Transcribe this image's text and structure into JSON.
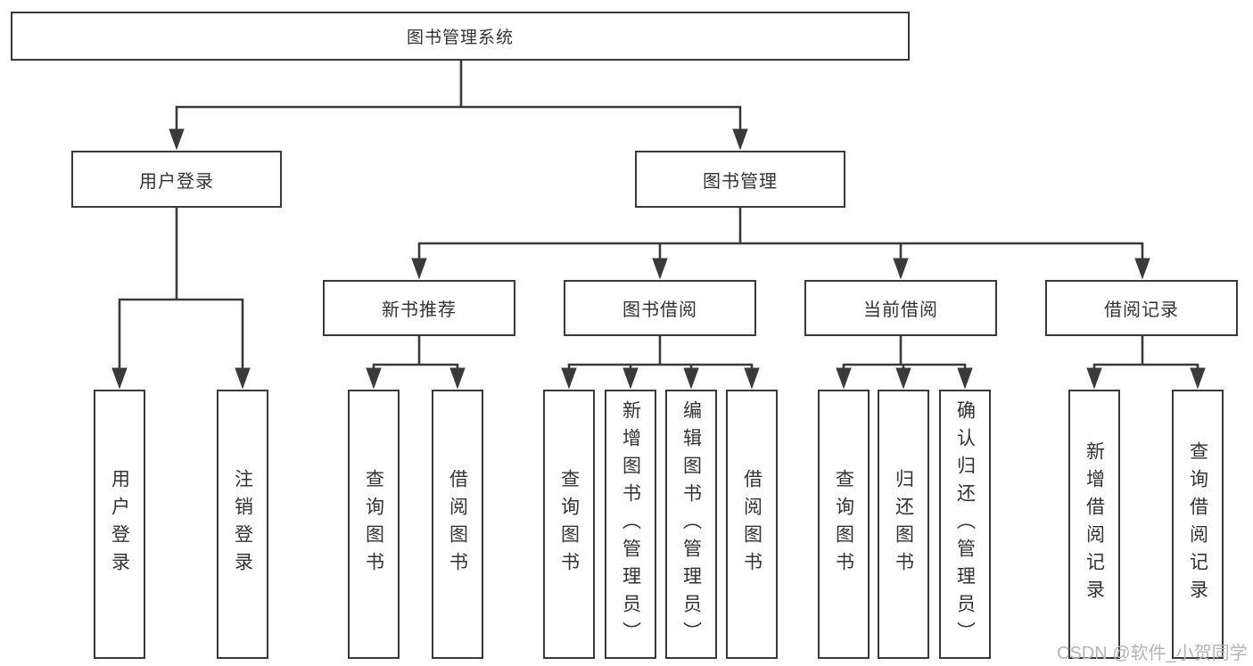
{
  "diagram": {
    "title": "图书管理系统",
    "level2": {
      "user_login": "用户登录",
      "book_mgmt": "图书管理"
    },
    "level3": {
      "new_books": "新书推荐",
      "book_borrow": "图书借阅",
      "current_borrow": "当前借阅",
      "borrow_records": "借阅记录"
    },
    "leaves": {
      "user_login": [
        "用户登录",
        "注销登录"
      ],
      "new_books": [
        "查询图书",
        "借阅图书"
      ],
      "book_borrow": [
        "查询图书",
        "新增图书（管理员）",
        "编辑图书（管理员）",
        "借阅图书"
      ],
      "current_borrow": [
        "查询图书",
        "归还图书",
        "确认归还（管理员）"
      ],
      "borrow_records": [
        "新增借阅记录",
        "查询借阅记录"
      ]
    }
  },
  "watermark": "CSDN @软件_小贺同学",
  "colors": {
    "line": "#3a3a3a",
    "text": "#333333",
    "watermark": "#b5b5b5",
    "background": "#ffffff"
  }
}
